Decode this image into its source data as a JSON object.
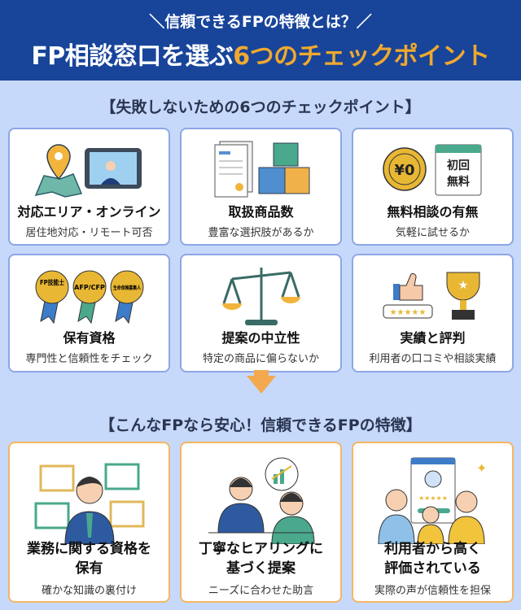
{
  "header": {
    "subtitle": "＼信頼できるFPの特徴とは？／",
    "title_main": "FP相談窓口を選ぶ",
    "title_accent": "6つのチェックポイント"
  },
  "section1": {
    "title": "【失敗しないための6つのチェックポイント】"
  },
  "checkpoints": [
    {
      "title": "対応エリア・オンライン",
      "desc": "居住地対応・リモート可否",
      "icon": "map-pin-tablet-icon"
    },
    {
      "title": "取扱商品数",
      "desc": "豊富な選択肢があるか",
      "icon": "documents-boxes-icon"
    },
    {
      "title": "無料相談の有無",
      "desc": "気軽に試せるか",
      "icon": "coin-calendar-icon",
      "coin_text": "¥0",
      "calendar_text": [
        "初回",
        "無料"
      ]
    },
    {
      "title": "保有資格",
      "desc": "専門性と信頼性をチェック",
      "icon": "medal-icon",
      "medals": [
        "FP技能士",
        "AFP/CFP",
        "生命保険募集人"
      ]
    },
    {
      "title": "提案の中立性",
      "desc": "特定の商品に偏らないか",
      "icon": "scale-icon"
    },
    {
      "title": "実績と評判",
      "desc": "利用者の口コミや相談実績",
      "icon": "thumbs-up-trophy-icon"
    }
  ],
  "section2": {
    "title": "【こんなFPなら安心！信頼できるFPの特徴】"
  },
  "features": [
    {
      "title": [
        "業務に関する資格を",
        "保有"
      ],
      "desc": "確かな知識の裏付け",
      "icon": "certified-advisor-icon"
    },
    {
      "title": [
        "丁寧なヒアリングに",
        "基づく提案"
      ],
      "desc": "ニーズに合わせた助言",
      "icon": "consultation-icon"
    },
    {
      "title": [
        "利用者から高く",
        "評価されている"
      ],
      "desc": "実際の声が信頼性を担保",
      "icon": "family-review-icon"
    }
  ],
  "colors": {
    "header": "#18449a",
    "accent": "#f0a92e",
    "background": "#c6d9fb",
    "card_border_blue": "#8ea6e6",
    "card_border_orange": "#f6b561"
  }
}
